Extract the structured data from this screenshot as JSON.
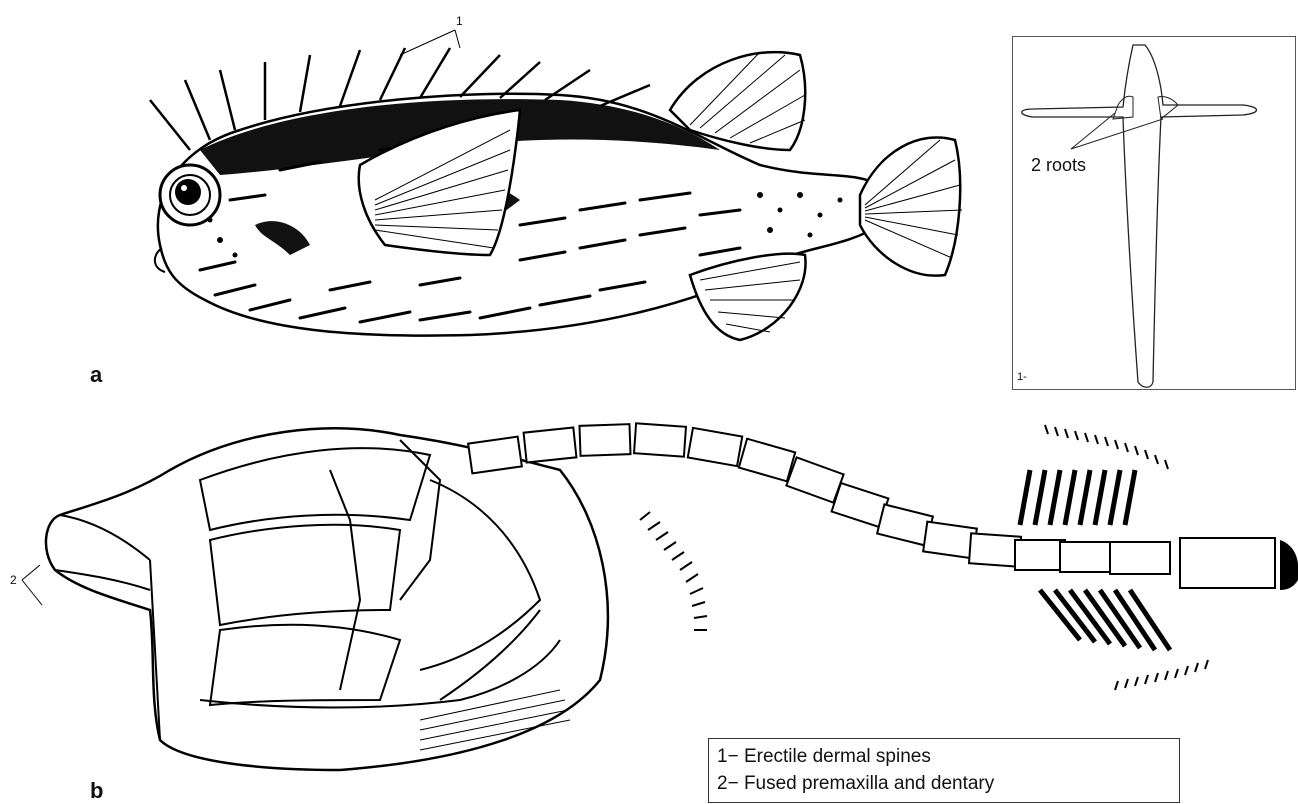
{
  "panels": {
    "a": {
      "label": "a"
    },
    "b": {
      "label": "b"
    }
  },
  "callouts": {
    "spines_marker": "1",
    "jaw_marker": "2"
  },
  "inset": {
    "roots_label": "2 roots",
    "corner_label": "1-"
  },
  "legend": {
    "items": [
      "1− Erectile dermal spines",
      "2− Fused premaxilla and dentary"
    ]
  }
}
